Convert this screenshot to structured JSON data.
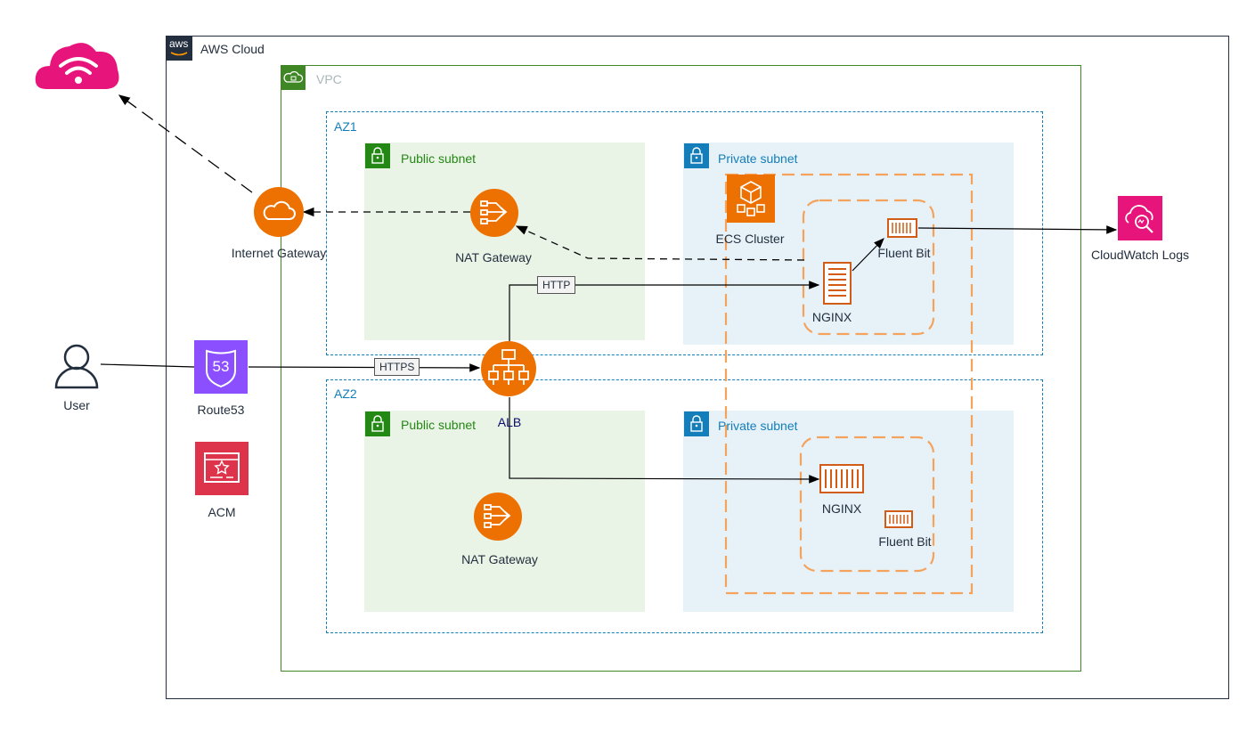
{
  "groups": {
    "aws_cloud": "AWS Cloud",
    "aws_logo": "aws",
    "vpc": "VPC",
    "az1": "AZ1",
    "az2": "AZ2",
    "public_subnet_1": "Public subnet",
    "private_subnet_1": "Private subnet",
    "public_subnet_2": "Public subnet",
    "private_subnet_2": "Private subnet"
  },
  "nodes": {
    "internet_gateway": "Internet Gateway",
    "nat_gateway_1": "NAT Gateway",
    "nat_gateway_2": "NAT Gateway",
    "ecs_cluster": "ECS Cluster",
    "fluent_bit_1": "Fluent Bit",
    "nginx_1": "NGINX",
    "nginx_2": "NGINX",
    "fluent_bit_2": "Fluent Bit",
    "cloudwatch_logs": "CloudWatch Logs",
    "user": "User",
    "route53": "Route53",
    "route53_badge": "53",
    "acm": "ACM",
    "alb": "ALB"
  },
  "edges": {
    "http": "HTTP",
    "https": "HTTPS"
  },
  "colors": {
    "aws_cloud_border": "#232f3e",
    "vpc_border": "#3f8624",
    "az_border": "#147eba",
    "public_subnet_fill": "#e9f3e6",
    "public_subnet_text": "#248814",
    "private_subnet_fill": "#e6f2f8",
    "private_subnet_text": "#147eba",
    "orange": "#ed7100",
    "orange_dash": "#f5a25d",
    "route53": "#8c4fff",
    "acm": "#dd344c",
    "cloudwatch": "#e7157b",
    "internet_cloud": "#e7157b"
  }
}
